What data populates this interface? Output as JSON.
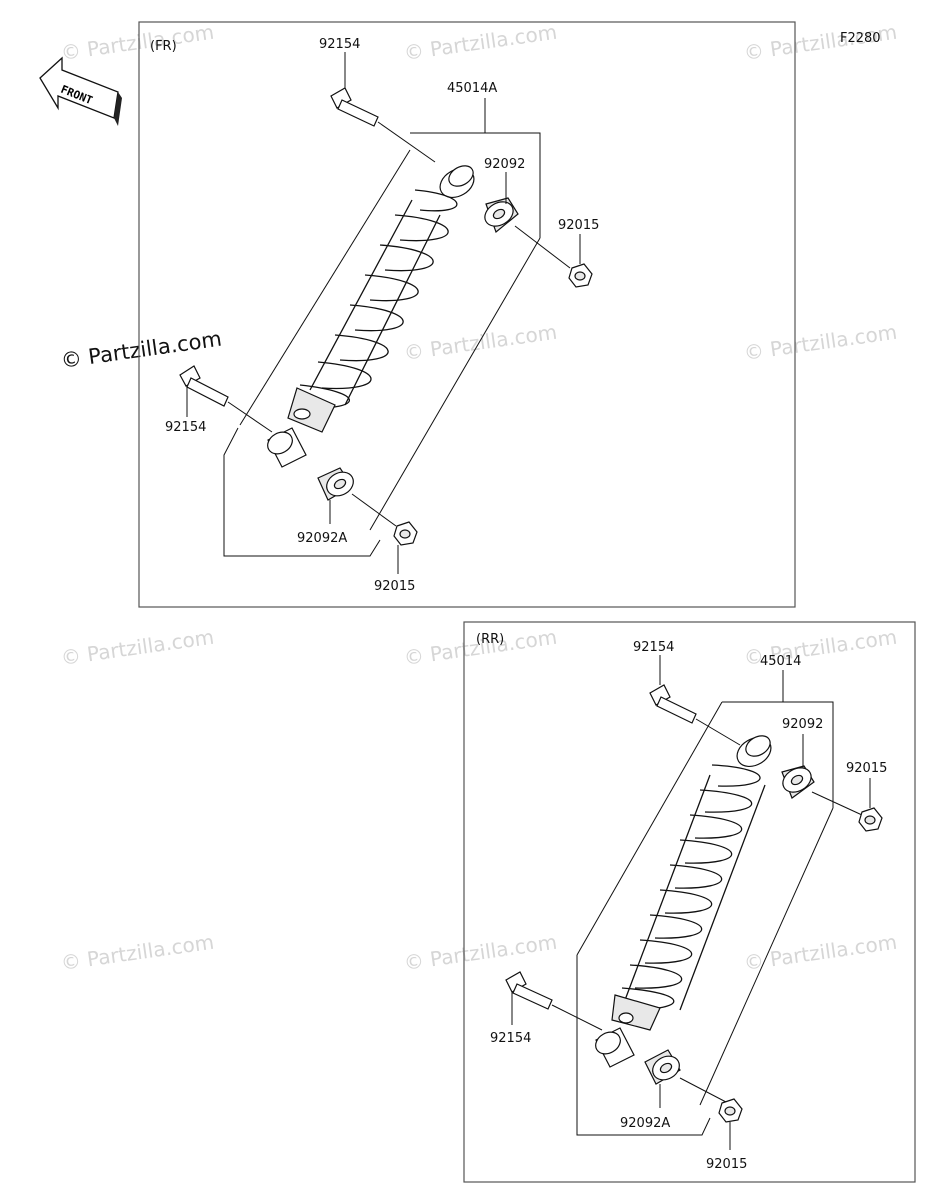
{
  "diagram_id": "F2280",
  "front_label": "FRONT",
  "watermark": "© Partzilla.com",
  "front_section": {
    "tag": "(FR)",
    "labels": {
      "bolt_top": "92154",
      "assembly": "45014A",
      "bushing_top": "92092",
      "nut_top": "92015",
      "bolt_bottom": "92154",
      "bushing_bottom": "92092A",
      "nut_bottom": "92015"
    }
  },
  "rear_section": {
    "tag": "(RR)",
    "labels": {
      "bolt_top": "92154",
      "assembly": "45014",
      "bushing_top": "92092",
      "nut_top": "92015",
      "bolt_bottom": "92154",
      "bushing_bottom": "92092A",
      "nut_bottom": "92015"
    }
  }
}
